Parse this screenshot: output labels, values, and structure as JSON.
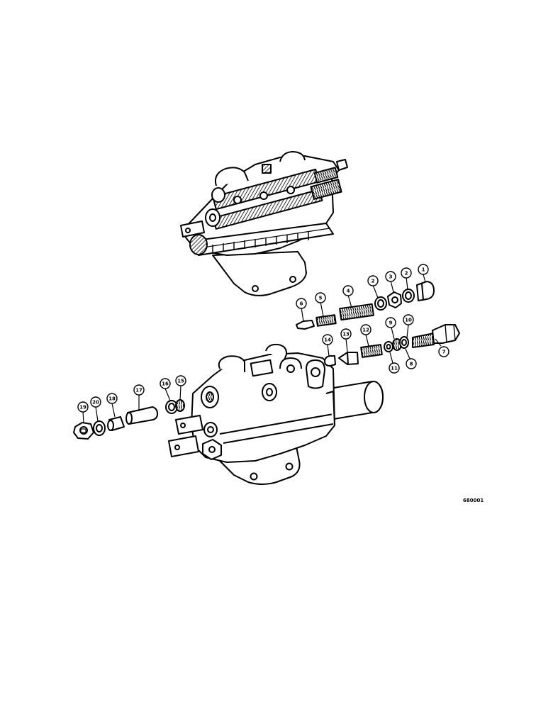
{
  "callouts": [
    {
      "id": "c1",
      "label": "1"
    },
    {
      "id": "c2a",
      "label": "2"
    },
    {
      "id": "c3",
      "label": "3"
    },
    {
      "id": "c2b",
      "label": "2"
    },
    {
      "id": "c4",
      "label": "4"
    },
    {
      "id": "c5",
      "label": "5"
    },
    {
      "id": "c6",
      "label": "6"
    },
    {
      "id": "c7",
      "label": "7"
    },
    {
      "id": "c8",
      "label": "8"
    },
    {
      "id": "c9",
      "label": "9"
    },
    {
      "id": "c10",
      "label": "10"
    },
    {
      "id": "c11",
      "label": "11"
    },
    {
      "id": "c12",
      "label": "12"
    },
    {
      "id": "c13",
      "label": "13"
    },
    {
      "id": "c14",
      "label": "14"
    },
    {
      "id": "c15",
      "label": "15"
    },
    {
      "id": "c16",
      "label": "16"
    },
    {
      "id": "c17",
      "label": "17"
    },
    {
      "id": "c18",
      "label": "18"
    },
    {
      "id": "c19",
      "label": "19"
    },
    {
      "id": "c20",
      "label": "20"
    }
  ],
  "reference_code": "680001"
}
